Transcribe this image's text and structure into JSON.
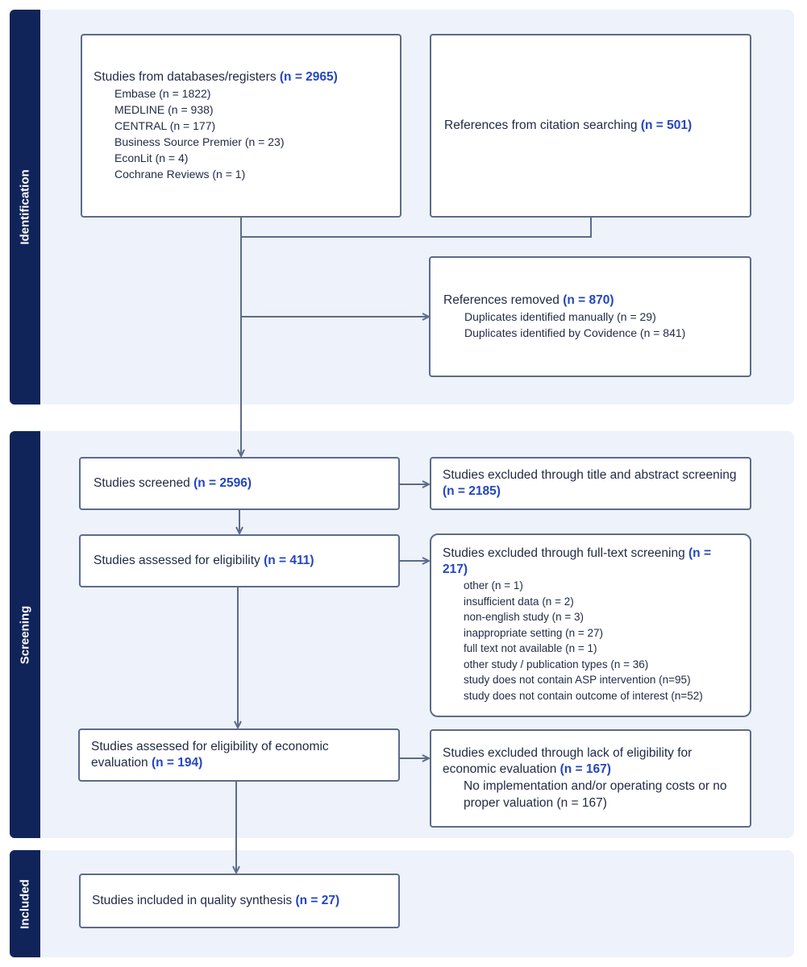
{
  "phases": {
    "identification": "Identification",
    "screening": "Screening",
    "included": "Included"
  },
  "databases": {
    "title": "Studies from databases/registers ",
    "count": "(n = 2965)",
    "items": [
      "Embase (n = 1822)",
      "MEDLINE (n = 938)",
      "CENTRAL (n = 177)",
      "Business Source Premier (n = 23)",
      "EconLit (n = 4)",
      "Cochrane Reviews (n = 1)"
    ]
  },
  "citation": {
    "title": "References from citation searching ",
    "count": "(n = 501)"
  },
  "removed": {
    "title": "References removed ",
    "count": "(n = 870)",
    "items": [
      "Duplicates identified manually (n = 29)",
      "Duplicates identified by Covidence (n = 841)"
    ]
  },
  "screened": {
    "title": "Studies screened ",
    "count": "(n = 2596)"
  },
  "excluded_title_abstract": {
    "title": "Studies excluded through title and abstract screening ",
    "count": "(n = 2185)"
  },
  "eligibility": {
    "title": "Studies assessed for eligibility ",
    "count": "(n = 411)"
  },
  "excluded_fulltext": {
    "title": "Studies excluded through full-text screening ",
    "count": "(n = 217)",
    "items": [
      "other (n = 1)",
      "insufficient data (n = 2)",
      "non-english study (n = 3)",
      "inappropriate setting (n = 27)",
      "full text not available (n = 1)",
      "other study / publication types (n = 36)",
      "study does not contain ASP intervention (n=95)",
      "study does not contain outcome of interest (n=52)"
    ]
  },
  "economic": {
    "title": "Studies assessed for eligibility of economic evaluation ",
    "count": "(n = 194)"
  },
  "excluded_economic": {
    "title": "Studies excluded through lack of eligibility for economic evaluation ",
    "count": "(n = 167)",
    "items": [
      "No implementation and/or operating costs or no proper valuation (n = 167)"
    ]
  },
  "included": {
    "title": "Studies included in quality synthesis ",
    "count": "(n = 27)"
  },
  "colors": {
    "band_bar": "#112459",
    "band_bg": "#eef2fa",
    "highlight": "#2345c2",
    "connector": "#5d6b8a"
  }
}
